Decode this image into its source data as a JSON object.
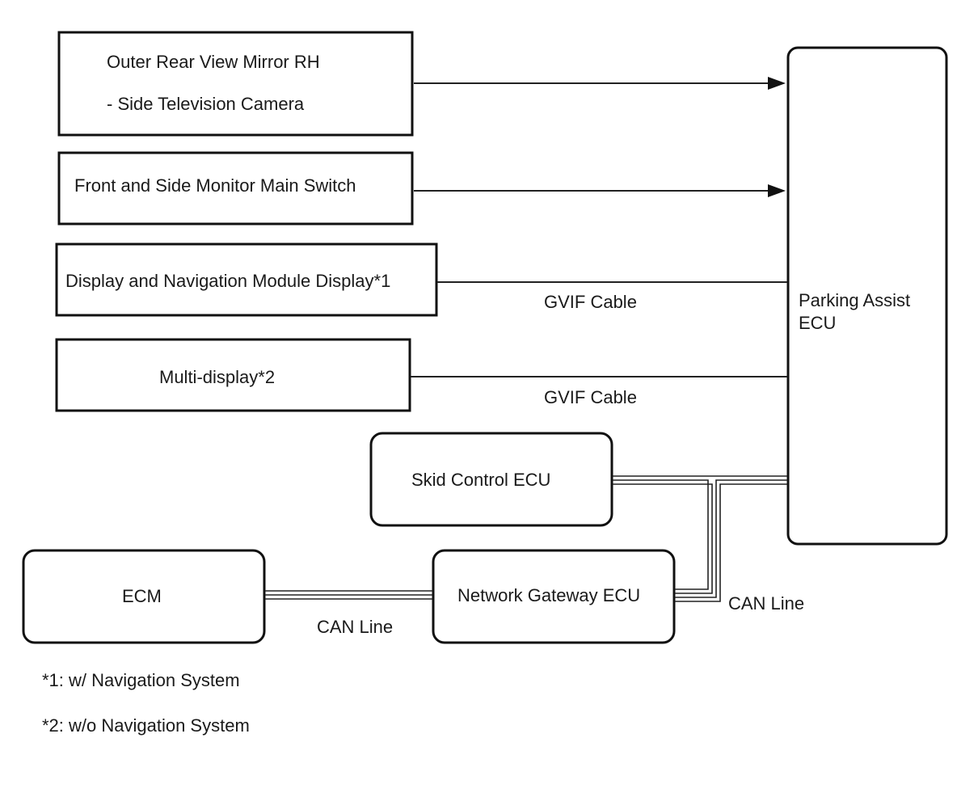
{
  "boxes": {
    "mirror": {
      "line1": "Outer Rear View Mirror RH",
      "line2": "- Side Television Camera"
    },
    "main_switch": {
      "label": "Front and Side Monitor Main Switch"
    },
    "nav_display": {
      "label": "Display and Navigation Module Display*1"
    },
    "multi_display": {
      "label": "Multi-display*2"
    },
    "skid_ecu": {
      "label": "Skid Control ECU"
    },
    "ecm": {
      "label": "ECM"
    },
    "gateway_ecu": {
      "label": "Network Gateway ECU"
    },
    "parking_ecu": {
      "line1": "Parking Assist",
      "line2": "ECU"
    }
  },
  "connections": {
    "gvif_1": "GVIF Cable",
    "gvif_2": "GVIF Cable",
    "can_1": "CAN Line",
    "can_2": "CAN Line"
  },
  "footnotes": {
    "note1": "*1: w/ Navigation System",
    "note2": "*2: w/o Navigation System"
  }
}
